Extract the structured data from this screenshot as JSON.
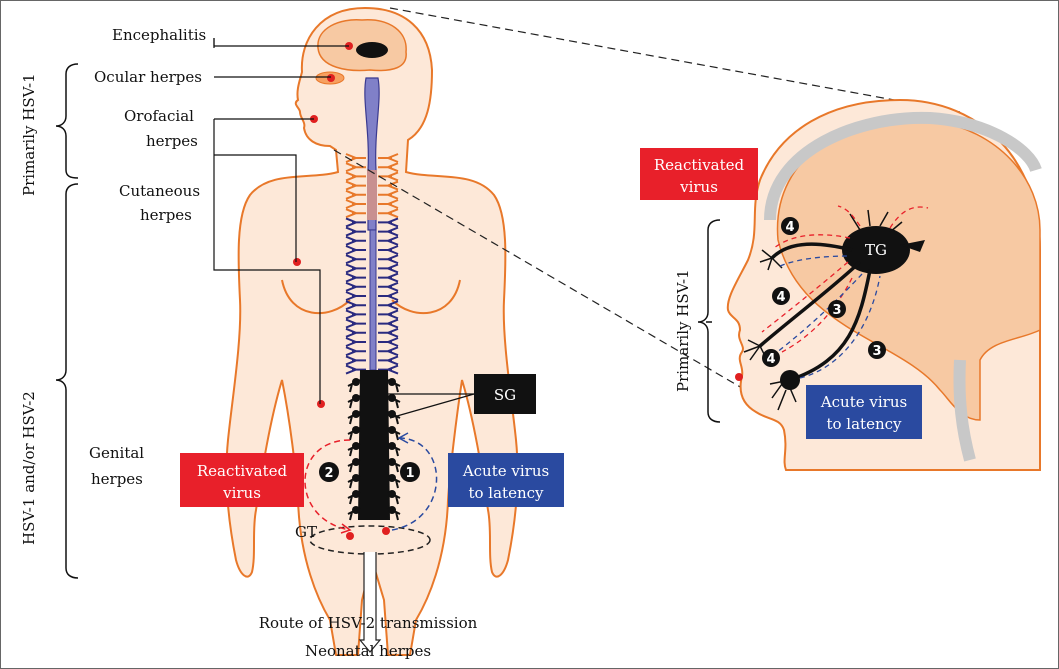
{
  "labels": {
    "encephalitis": "Encephalitis",
    "ocular_herpes": "Ocular herpes",
    "orofacial_line1": "Orofacial",
    "orofacial_line2": "herpes",
    "cutaneous_line1": "Cutaneous",
    "cutaneous_line2": "herpes",
    "genital_line1": "Genital",
    "genital_line2": "herpes",
    "primarily_hsv1": "Primarily HSV-1",
    "hsv1_and_or_hsv2": "HSV-1 and/or HSV-2",
    "sg": "SG",
    "gt": "GT",
    "tg": "TG",
    "route_transmission": "Route of HSV-2 transmission",
    "neonatal_herpes": "Neonatal herpes",
    "head_primarily_hsv1": "Primarily HSV-1"
  },
  "boxes": {
    "reactivated_line1": "Reactivated",
    "reactivated_line2": "virus",
    "acute_line1": "Acute virus",
    "acute_line2": "to latency",
    "head_reactivated_line1": "Reactivated",
    "head_reactivated_line2": "virus",
    "head_acute_line1": "Acute virus",
    "head_acute_line2": "to latency"
  },
  "steps": {
    "one": "1",
    "two": "2",
    "three": "3",
    "four": "4"
  },
  "colors": {
    "body_outline": "#e8782a",
    "body_fill": "#fde8d8",
    "red_box": "#e8202a",
    "blue_box": "#2a4aa0",
    "spinal_cord": "#8080c8",
    "nerve_blue": "#2a2a80",
    "nerve_orange": "#e8782a",
    "dot_red": "#e02020"
  }
}
